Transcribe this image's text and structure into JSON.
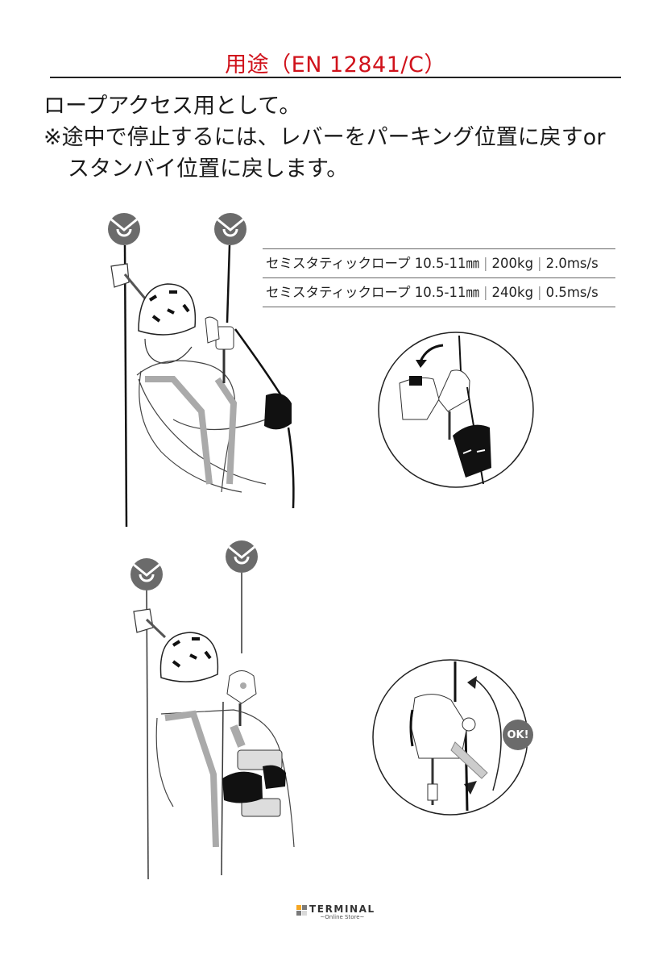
{
  "header": {
    "title": "用途（EN 12841/C）",
    "title_color": "#d0121b"
  },
  "intro": {
    "line1": "ロープアクセス用として。",
    "line2": "※途中で停止するには、レバーをパーキング位置に戻すor",
    "line3": "スタンバイ位置に戻します。"
  },
  "spec_table": {
    "rows": [
      {
        "rope": "セミスタティックロープ 10.5-11㎜",
        "load": "200kg",
        "speed": "2.0ms/s"
      },
      {
        "rope": "セミスタティックロープ 10.5-11㎜",
        "load": "240kg",
        "speed": "0.5ms/s"
      }
    ],
    "separator": "|"
  },
  "illustrations": {
    "top": {
      "anchor_icons": [
        "anchor-icon",
        "anchor-icon"
      ],
      "detail_circle": "lever-release-detail"
    },
    "bottom": {
      "anchor_icons": [
        "anchor-icon",
        "anchor-icon"
      ],
      "detail_circle": "lever-standby-detail",
      "badge": "OK!",
      "badge_color": "#6b6b6b"
    }
  },
  "footer": {
    "logo_brand": "TERMINAL",
    "logo_sub": "~Online Store~",
    "logo_colors": [
      "#f5a623",
      "#7a7a7a",
      "#7a7a7a",
      "#d9d9d9"
    ]
  }
}
